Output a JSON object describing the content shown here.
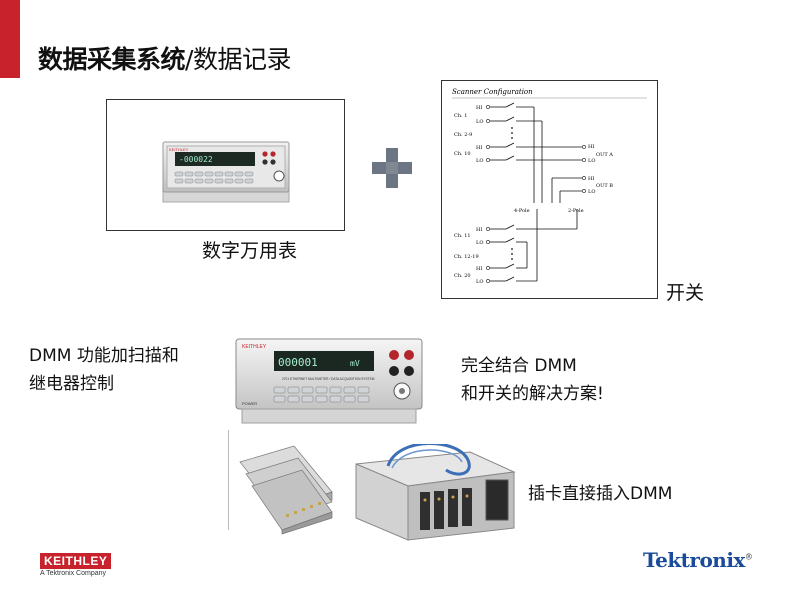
{
  "slide": {
    "title_bold": "数据采集系统",
    "title_rest": "/数据记录"
  },
  "dmm": {
    "caption": "数字万用表",
    "brand": "KEITHLEY",
    "display_small": "-000022",
    "display_large": "000001",
    "display_suffix": "mV",
    "model_label": "2701 ETHERNET MULTIMETER / DATA ACQUISITION SYSTEM",
    "power_label": "POWER"
  },
  "plus_symbol": "+",
  "scanner": {
    "title": "Scanner Configuration",
    "caption": "开关",
    "channels": [
      "Ch. 1",
      "Ch. 2-9",
      "Ch. 10",
      "Ch. 11",
      "Ch. 12-19",
      "Ch. 20"
    ],
    "hi": "HI",
    "lo": "LO",
    "out_a": "OUT A",
    "out_b": "OUT B",
    "four_pole": "4-Pole",
    "two_pole": "2-Pole"
  },
  "left_text": {
    "line1": "DMM 功能加扫描和",
    "line2": "继电器控制"
  },
  "right_text": {
    "line1": "完全结合 DMM",
    "line2": "和开关的解决方案!"
  },
  "cards_caption": "插卡直接插入DMM",
  "footer": {
    "keithley": "KEITHLEY",
    "keithley_sub": "A Tektronix Company",
    "tektronix": "Tektronix"
  },
  "colors": {
    "accent_red": "#c8232c",
    "tek_blue": "#1a4b9b",
    "plus_grey": "#6c7682"
  }
}
